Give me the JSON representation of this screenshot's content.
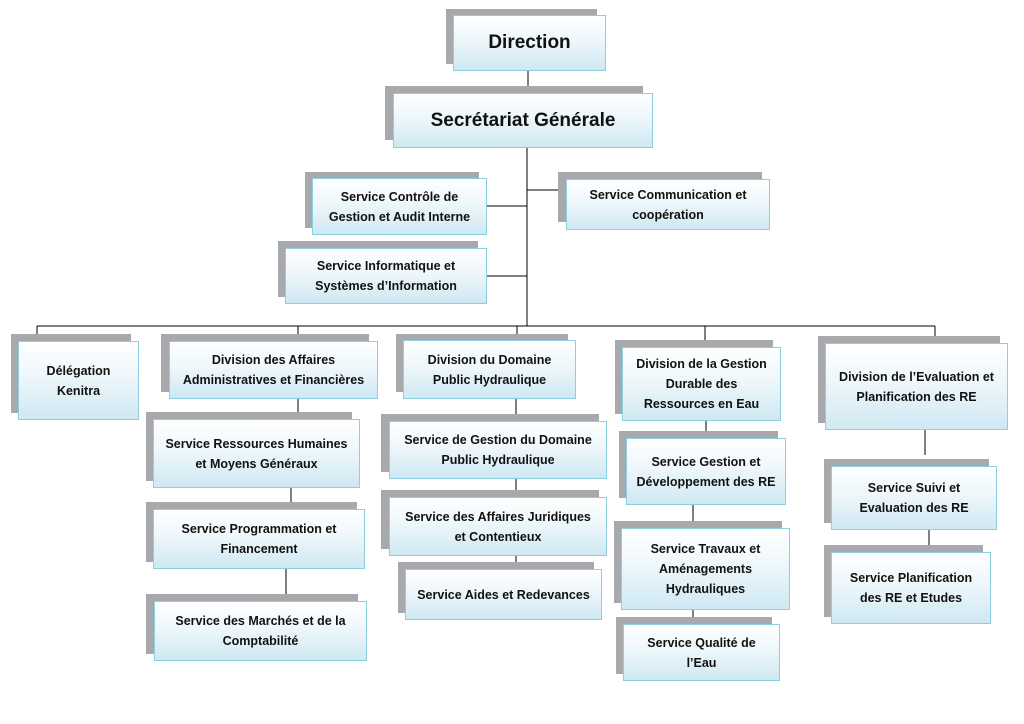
{
  "nodes": {
    "direction": [
      "Direction"
    ],
    "sg": [
      "Secrétariat Générale"
    ],
    "scgai": [
      "Service Contrôle de",
      "Gestion et Audit Interne"
    ],
    "scc": [
      "Service Communication et",
      "coopération"
    ],
    "sisi": [
      "Service Informatique et",
      "Systèmes d’Information"
    ],
    "delegation": [
      "Délégation",
      "Kenitra"
    ],
    "daaf": [
      "Division des Affaires",
      "Administratives et Financières"
    ],
    "ddph": [
      "Division du Domaine",
      "Public Hydraulique"
    ],
    "dgdre": [
      "Division de la Gestion",
      "Durable des",
      "Ressources en Eau"
    ],
    "deplre": [
      "Division de l’Evaluation et",
      "Planification des RE"
    ],
    "srhmg": [
      "Service Ressources Humaines",
      "et Moyens Généraux"
    ],
    "spf": [
      "Service Programmation et",
      "Financement"
    ],
    "smc": [
      "Service des Marchés et de la",
      "Comptabilité"
    ],
    "sgdph": [
      "Service de Gestion du Domaine",
      "Public Hydraulique"
    ],
    "sajc": [
      "Service des Affaires Juridiques",
      "et Contentieux"
    ],
    "sar": [
      "Service Aides et Redevances"
    ],
    "sgdre": [
      "Service Gestion et",
      "Développement des RE"
    ],
    "stah": [
      "Service Travaux et",
      "Aménagements",
      "Hydrauliques"
    ],
    "sqe": [
      "Service Qualité de",
      "l’Eau"
    ],
    "sser": [
      "Service Suivi et",
      "Evaluation des RE"
    ],
    "spre": [
      "Service Planification",
      "des RE et Etudes"
    ]
  }
}
